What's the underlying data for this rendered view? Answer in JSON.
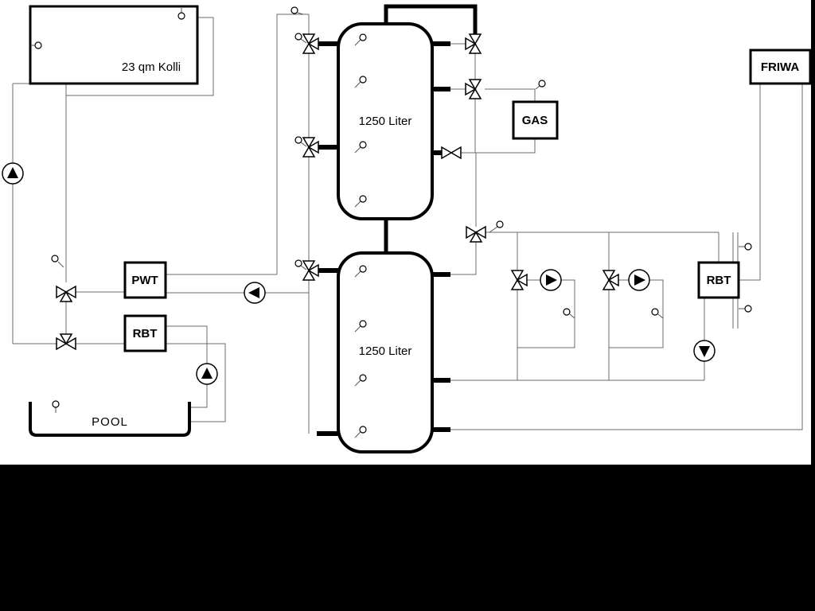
{
  "diagram": {
    "labels": {
      "collector": "23 qm Kolli",
      "upper_tank": "1250 Liter",
      "lower_tank": "1250 Liter",
      "gas": "GAS",
      "friwa": "FRIWA",
      "pwt": "PWT",
      "rbt_left": "RBT",
      "rbt_right": "RBT",
      "pool": "POOL"
    },
    "colors": {
      "background": "#ffffff",
      "pipe_thin": "#6b6b6b",
      "pipe_thick": "#000000",
      "letterbox": "#000000"
    }
  }
}
